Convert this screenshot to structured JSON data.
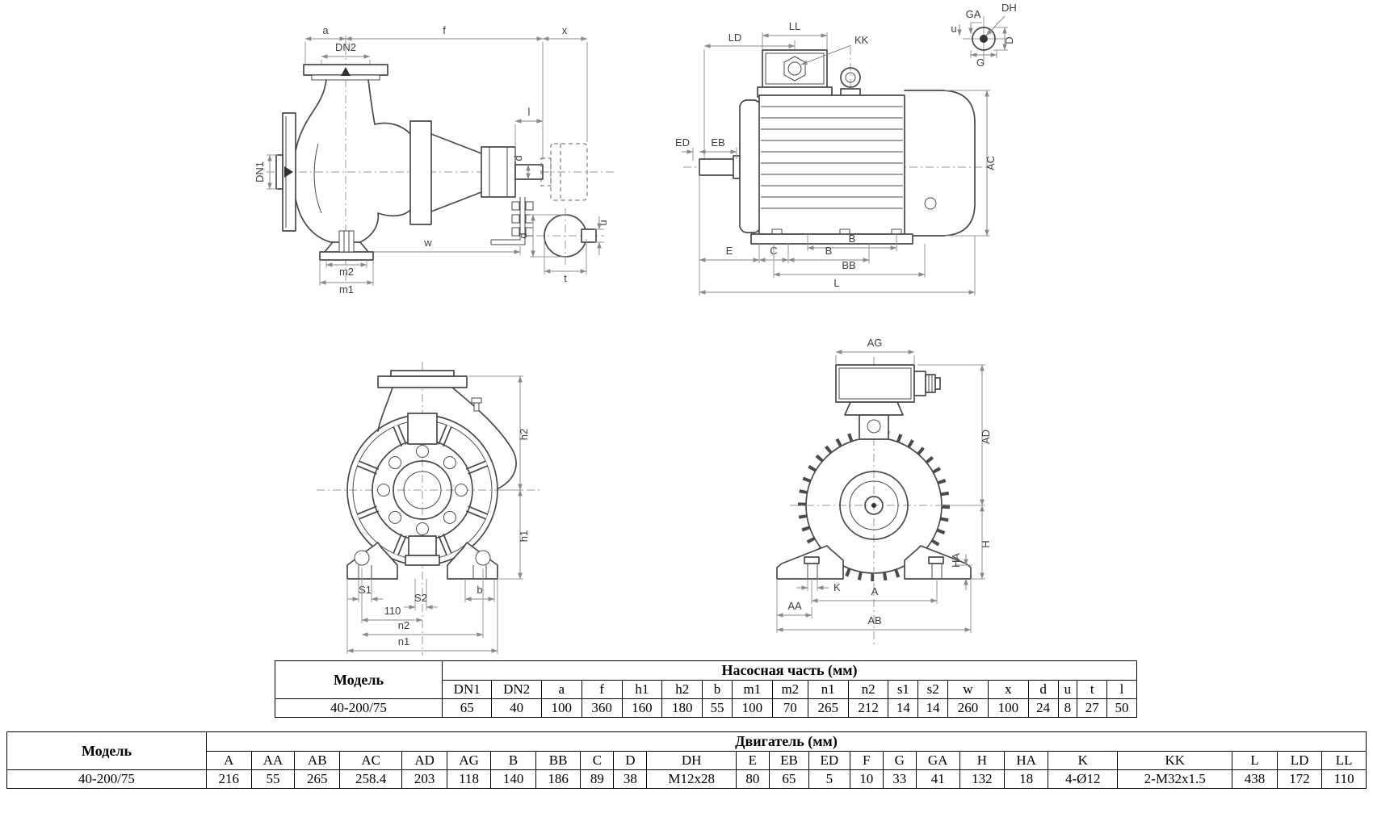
{
  "pump_table": {
    "model_header": "Модель",
    "group_header": "Насосная часть (мм)",
    "columns": [
      "DN1",
      "DN2",
      "a",
      "f",
      "h1",
      "h2",
      "b",
      "m1",
      "m2",
      "n1",
      "n2",
      "s1",
      "s2",
      "w",
      "x",
      "d",
      "u",
      "t",
      "l"
    ],
    "rows": [
      {
        "model": "40-200/75",
        "values": [
          "65",
          "40",
          "100",
          "360",
          "160",
          "180",
          "55",
          "100",
          "70",
          "265",
          "212",
          "14",
          "14",
          "260",
          "100",
          "24",
          "8",
          "27",
          "50"
        ]
      }
    ]
  },
  "motor_table": {
    "model_header": "Модель",
    "group_header": "Двигатель (мм)",
    "columns": [
      "A",
      "AA",
      "AB",
      "AC",
      "AD",
      "AG",
      "B",
      "BB",
      "C",
      "D",
      "DH",
      "E",
      "EB",
      "ED",
      "F",
      "G",
      "GA",
      "H",
      "HA",
      "K",
      "KK",
      "L",
      "LD",
      "LL"
    ],
    "rows": [
      {
        "model": "40-200/75",
        "values": [
          "216",
          "55",
          "265",
          "258.4",
          "203",
          "118",
          "140",
          "186",
          "89",
          "38",
          "M12x28",
          "80",
          "65",
          "5",
          "10",
          "33",
          "41",
          "132",
          "18",
          "4-Ø12",
          "2-M32x1.5",
          "438",
          "172",
          "110"
        ]
      }
    ]
  },
  "drawings": {
    "pump_side": {
      "a": "a",
      "f": "f",
      "x": "x",
      "dn2": "DN2",
      "dn1": "DN1",
      "l": "l",
      "d": "d",
      "w": "w",
      "m2": "m2",
      "m1": "m1"
    },
    "pump_shaft_detail": {
      "d": "d",
      "u": "u",
      "t": "t"
    },
    "motor_side": {
      "ld": "LD",
      "ll": "LL",
      "kk": "KK",
      "ed": "ED",
      "eb": "EB",
      "ac": "AC",
      "b_top": "B",
      "e": "E",
      "c": "C",
      "b": "B",
      "bb": "BB",
      "l": "L"
    },
    "motor_shaft_detail": {
      "ga": "GA",
      "dh": "DH",
      "u": "u",
      "d": "D",
      "g": "G"
    },
    "pump_front": {
      "h2": "h2",
      "h1": "h1",
      "s1": "S1",
      "s2": "S2",
      "ref110": "110",
      "b": "b",
      "n2": "n2",
      "n1": "n1"
    },
    "motor_front": {
      "ag": "AG",
      "ad": "AD",
      "h": "H",
      "ha": "HA",
      "k": "K",
      "a": "A",
      "aa": "AA",
      "ab": "AB"
    }
  },
  "colors": {
    "line": "#4a4a4a",
    "dim": "#8a8a8a",
    "table_border": "#000000"
  }
}
